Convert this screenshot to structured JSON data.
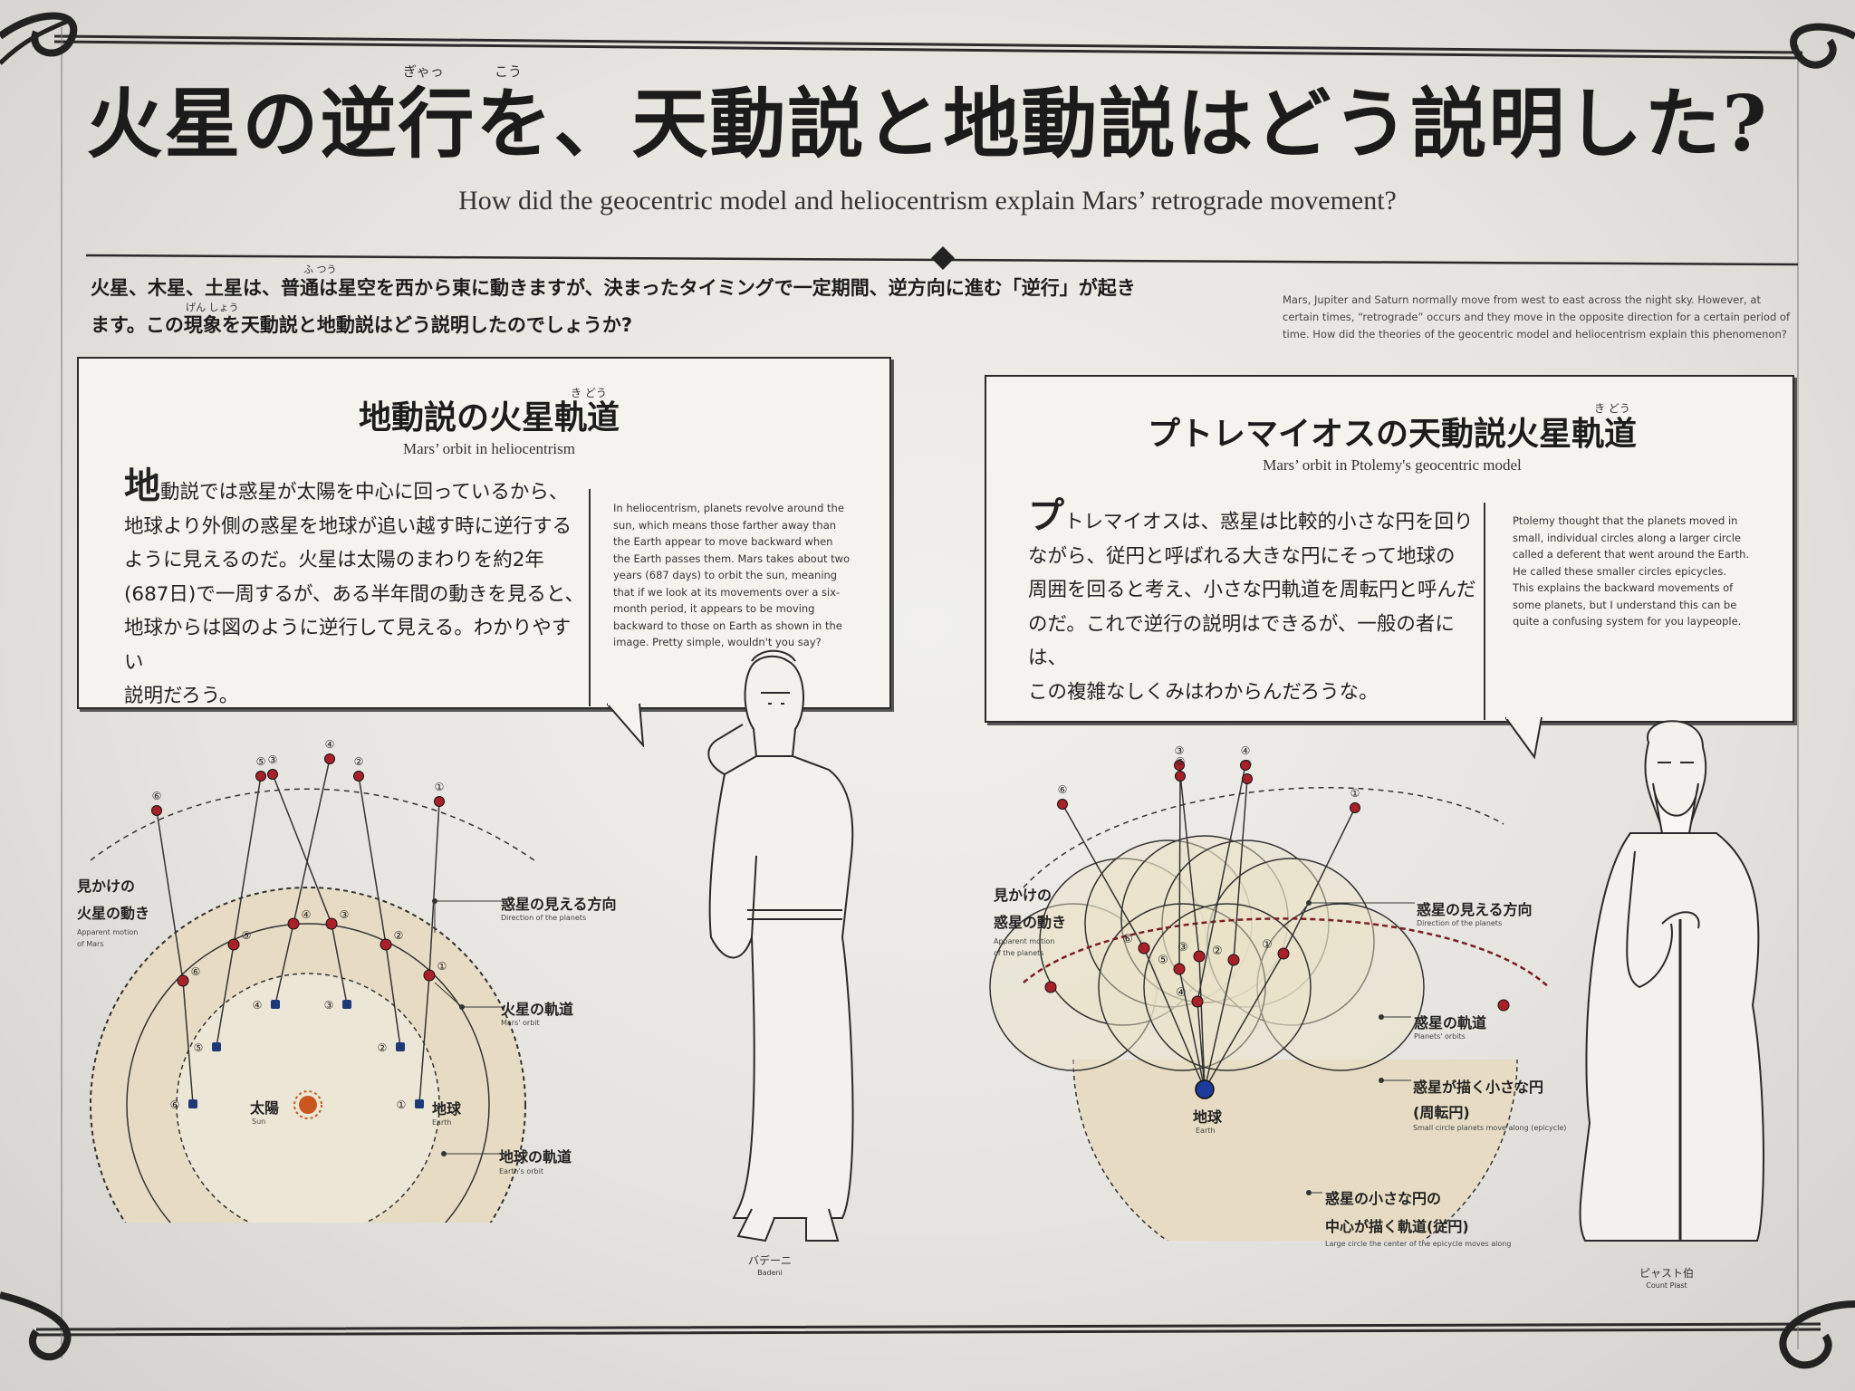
{
  "title": {
    "jp": "火星の逆行を、天動説と地動説はどう説明した?",
    "ruby_gyakko_1": "ぎゃっ",
    "ruby_gyakko_2": "こう",
    "en": "How did the geocentric model and heliocentrism explain Mars’ retrograde movement?"
  },
  "intro": {
    "jp_line1": "火星、木星、土星は、普通は星空を西から東に動きますが、決まったタイミングで一定期間、逆方向に進む「逆行」が起き",
    "jp_line2": "ます。この現象を天動説と地動説はどう説明したのでしょうか?",
    "ruby_futsu": "ふ つう",
    "ruby_gensho": "げん しょう",
    "en": "Mars, Jupiter and Saturn normally move from west to east across the night sky. However, at certain times, “retrograde” occurs and they move in the opposite direction for a certain period of time. How did the theories of the geocentric model and heliocentrism explain this phenomenon?"
  },
  "helio": {
    "title": "地動説の火星軌道",
    "ruby": "き どう",
    "subtitle": "Mars’ orbit in heliocentrism",
    "jp_first": "地",
    "jp_line1": "動説では惑星が太陽を中心に回っているから、",
    "jp_line2": "地球より外側の惑星を地球が追い越す時に逆行する",
    "jp_line3": "ように見えるのだ。火星は太陽のまわりを約2年",
    "jp_line4": "(687日)で一周するが、ある半年間の動きを見ると、",
    "jp_line5": "地球からは図のように逆行して見える。わかりやすい",
    "jp_line6": "説明だろう。",
    "en": "In heliocentrism, planets revolve around the sun, which means those farther away than the Earth appear to move backward when the Earth passes them. Mars takes about two years (687 days) to orbit the sun, meaning that if we look at its movements over a six-month period, it appears to be moving backward to those on Earth as shown in the image. Pretty simple, wouldn't you say?"
  },
  "geo": {
    "title": "プトレマイオスの天動説火星軌道",
    "ruby": "き どう",
    "subtitle": "Mars’ orbit in Ptolemy's geocentric model",
    "jp_first": "プ",
    "jp_line1": "トレマイオスは、惑星は比較的小さな円を回り",
    "jp_line2": "ながら、従円と呼ばれる大きな円にそって地球の",
    "jp_line3": "周囲を回ると考え、小さな円軌道を周転円と呼んだ",
    "jp_line4": "のだ。これで逆行の説明はできるが、一般の者には、",
    "jp_line5": "この複雑なしくみはわからんだろうな。",
    "en": "Ptolemy thought that the planets moved in small, individual circles along a larger circle called a deferent that went around the Earth. He called these smaller circles epicycles. This explains the backward movements of some planets, but I understand this can be quite a confusing system for you laypeople."
  },
  "helio_diagram": {
    "apparent_jp1": "見かけの",
    "apparent_jp2": "火星の動き",
    "apparent_en1": "Apparent motion",
    "apparent_en2": "of Mars",
    "direction_jp": "惑星の見える方向",
    "direction_en": "Direction of the planets",
    "mars_orbit_jp": "火星の軌道",
    "mars_orbit_en": "Mars' orbit",
    "earth_orbit_jp": "地球の軌道",
    "earth_orbit_en": "Earth's orbit",
    "sun_jp": "太陽",
    "sun_en": "Sun",
    "earth_jp": "地球",
    "earth_en": "Earth"
  },
  "geo_diagram": {
    "apparent_jp1": "見かけの",
    "apparent_jp2": "惑星の動き",
    "apparent_en1": "Apparent motion",
    "apparent_en2": "of the planets",
    "direction_jp": "惑星の見える方向",
    "direction_en": "Direction of the planets",
    "orbit_jp": "惑星の軌道",
    "orbit_en": "Planets' orbits",
    "epicycle_jp1": "惑星が描く小さな円",
    "epicycle_jp2": "(周転円)",
    "epicycle_en": "Small circle planets move along (epicycle)",
    "deferent_jp1": "惑星の小さな円の",
    "deferent_jp2": "中心が描く軌道(従円)",
    "deferent_en": "Large circle the center of the epicycle moves along",
    "earth_jp": "地球",
    "earth_en": "Earth"
  },
  "characters": {
    "badeni_jp": "バデーニ",
    "badeni_en": "Badeni",
    "piast_jp": "ピャスト伯",
    "piast_en": "Count Piast"
  },
  "position_numbers": [
    "①",
    "②",
    "③",
    "④",
    "⑤",
    "⑥"
  ],
  "colors": {
    "mars": "#a8212a",
    "earth": "#1c3a78",
    "sun": "#c8571e",
    "ink": "#222222",
    "orbit_fill": "#e7dcc3"
  }
}
